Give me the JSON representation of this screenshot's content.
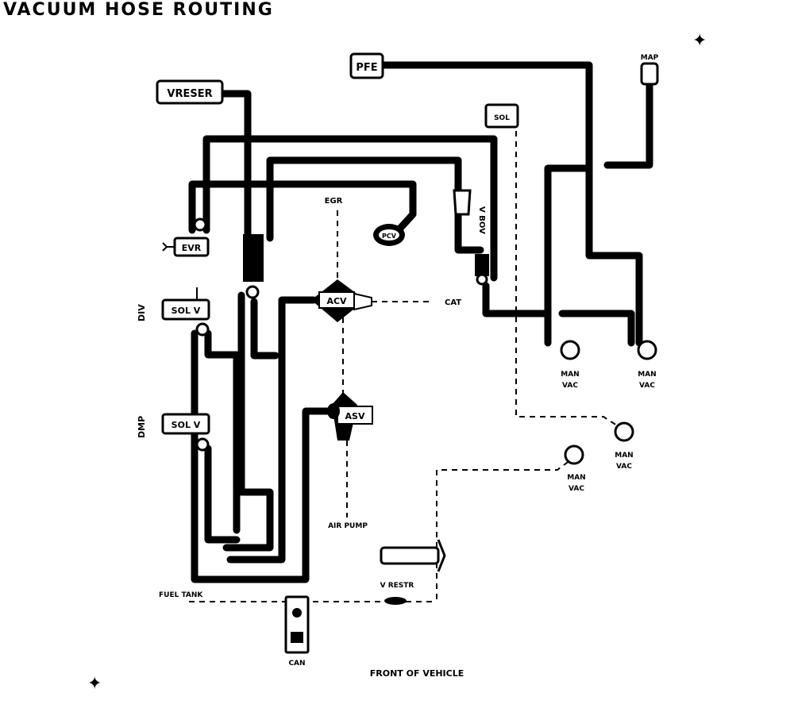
{
  "title": "VACUUM HOSE ROUTING",
  "components": {
    "wresser": "VRESER",
    "pfe": "PFE",
    "evr": "EVR",
    "sol_v_upper": "SOL V",
    "sol_v_lower": "SOL V",
    "acv": "ACV",
    "asv": "ASV",
    "egr": "EGR",
    "pcv": "PCV",
    "cat": "CAT",
    "air_pump": "AIR PUMP",
    "fuel_tank": "FUEL TANK",
    "can": "CAN",
    "v_restr": "V RESTR",
    "vbov": "V BOV",
    "map": "MAP",
    "side_label_upper": "DIV",
    "side_label_lower": "DMP",
    "sol_block": "SOL"
  },
  "vac_ports": [
    {
      "top": "MAN",
      "bottom": "VAC"
    },
    {
      "top": "MAN",
      "bottom": "VAC"
    },
    {
      "top": "MAN",
      "bottom": "VAC"
    },
    {
      "top": "MAN",
      "bottom": "VAC"
    }
  ],
  "footer": "FRONT OF VEHICLE",
  "colors": {
    "line": "#000000",
    "background": "#ffffff"
  }
}
